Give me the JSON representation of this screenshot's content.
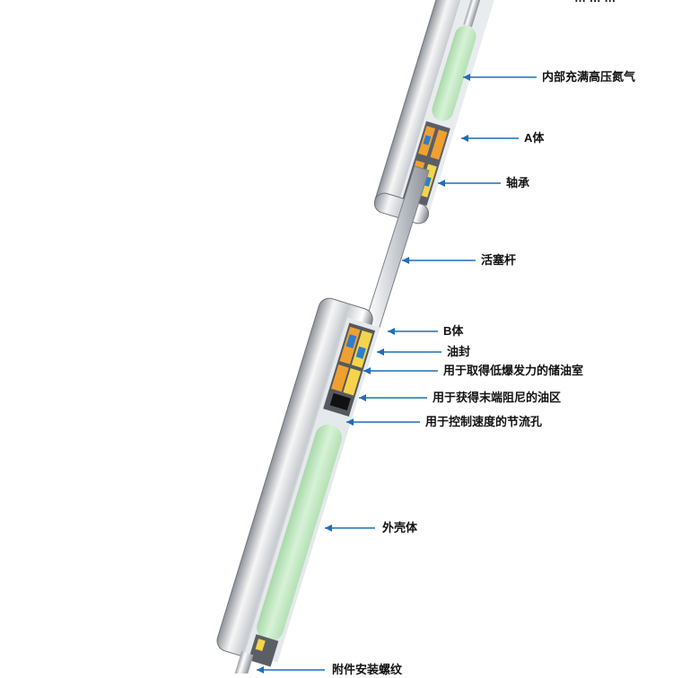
{
  "labels": {
    "top_partial": "… … …",
    "gas": "内部充满高压氮气",
    "body_a": "A体",
    "bearing": "轴承",
    "piston_rod": "活塞杆",
    "body_b": "B体",
    "oil_seal": "油封",
    "oil_chamber": "用于取得低爆发力的储油室",
    "damping_oil": "用于获得末端阻尼的油区",
    "orifice": "用于控制速度的节流孔",
    "outer_shell": "外壳体",
    "bottom_partial": "附件安装螺纹"
  },
  "colors": {
    "leader": "#1e6fb5",
    "gas_fill": "#c9ecc9",
    "seal_orange": "#f0a030",
    "seal_yellow": "#f4d44a",
    "seal_blue": "#2a7fd0",
    "metal_light": "#f4f4f4",
    "metal_dark": "#8a8f96"
  }
}
